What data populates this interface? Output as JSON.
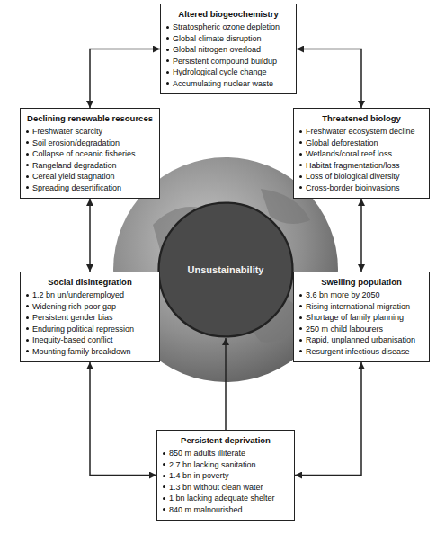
{
  "diagram": {
    "nodes": [
      {
        "text": [
          "Altered biogeochemistry",
          "Stratospheric ozone depletion",
          "Global climate disruption",
          "Global nitrogen overload",
          "Persistent compound buildup",
          "Hydrological cycle change",
          "Accumulating nuclear waste"
        ]
      },
      {
        "text": [
          "Declining renewable resources",
          "Freshwater scarcity",
          "Soil erosion/degradation",
          "Collapse of oceanic fisheries",
          "Rangeland degradation",
          "Cereal yield stagnation",
          "Spreading desertification"
        ]
      },
      {
        "text": [
          "Threatened biology",
          "Freshwater ecosystem decline",
          "Global deforestation",
          "Wetlands/coral reef loss",
          "Habitat fragmentation/loss",
          "Loss of biological diversity",
          "Cross-border bioinvasions"
        ]
      },
      {
        "text": [
          "Unsustainability"
        ]
      },
      {
        "text": [
          "Social disintegration",
          "1.2 bn un/underemployed",
          "Widening rich-poor gap",
          "Persistent gender bias",
          "Enduring political repression",
          "Inequity-based conflict",
          "Mounting family breakdown"
        ]
      },
      {
        "text": [
          "Swelling population",
          "3.6 bn more by 2050",
          "Rising international migration",
          "Shortage of family planning",
          "250 m child labourers",
          "Rapid, unplanned urbanisation",
          "Resurgent infectious disease"
        ]
      },
      {
        "text": [
          "Persistent deprivation",
          "850 m adults illiterate",
          "2.7 bn lacking sanitation",
          "1.4 bn in poverty",
          "1.3 bn without clean water",
          "1 bn lacking adequate shelter",
          "840 m malnourished"
        ]
      }
    ],
    "edges": [
      {
        "from": 0,
        "to": 1,
        "arrow": "both"
      },
      {
        "from": 0,
        "to": 2,
        "arrow": "both"
      },
      {
        "from": 1,
        "to": 4,
        "arrow": "both"
      },
      {
        "from": 2,
        "to": 5,
        "arrow": "both"
      },
      {
        "from": 6,
        "to": 4,
        "arrow": "both"
      },
      {
        "from": 6,
        "to": 5,
        "arrow": "both"
      },
      {
        "from": 6,
        "to": 3,
        "arrow": "to"
      }
    ]
  }
}
